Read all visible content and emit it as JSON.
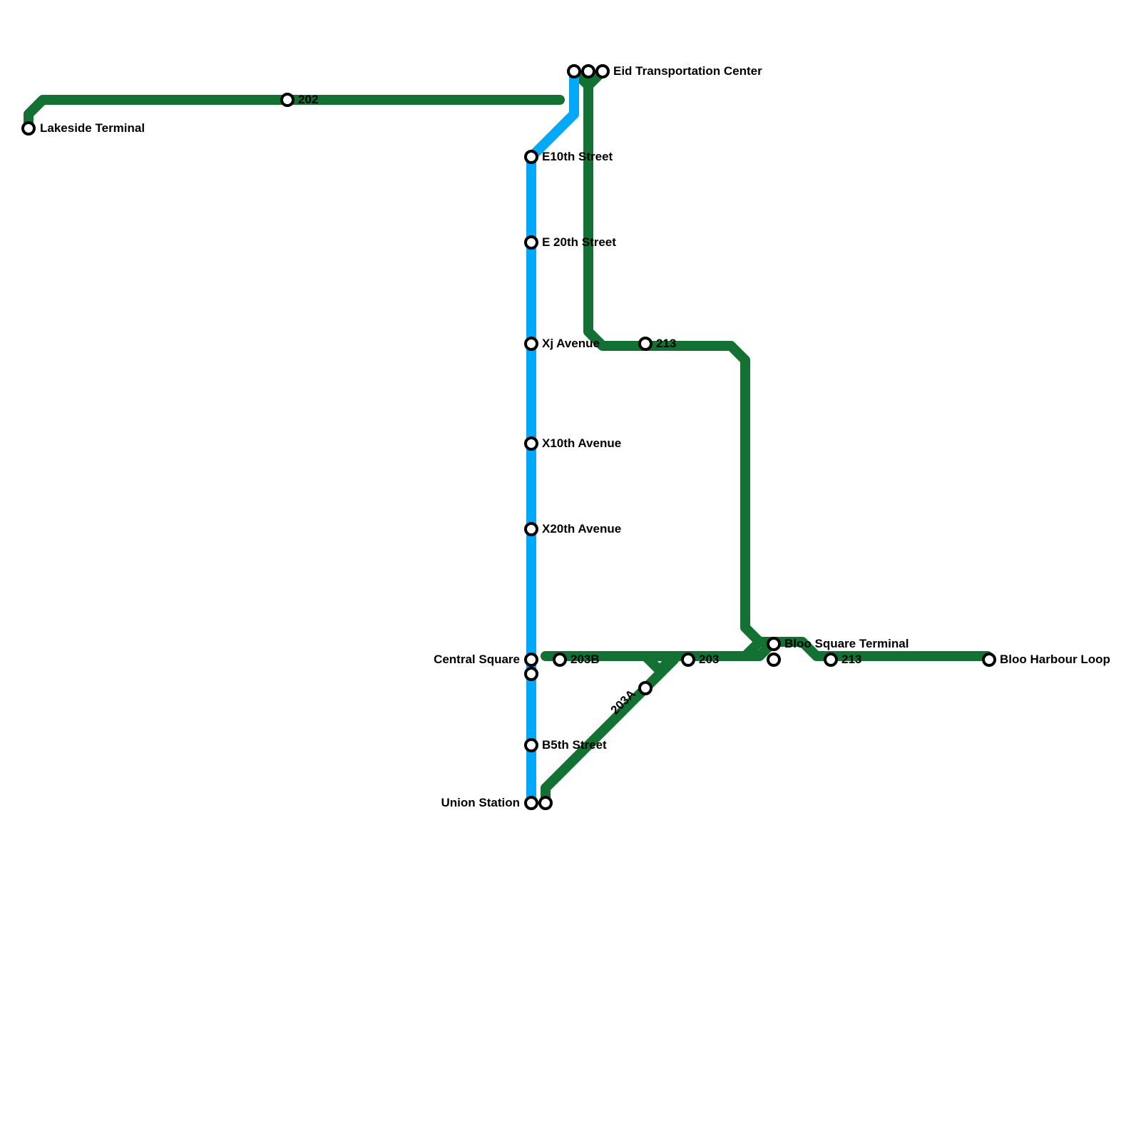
{
  "colors": {
    "green_line": "#137133",
    "blue_line": "#03a8f9",
    "station_fill": "#ffffff",
    "station_stroke": "#000000"
  },
  "stations": {
    "lakeside_terminal": "Lakeside Terminal",
    "s202": "202",
    "eid_transportation_center": "Eid Transportation Center",
    "e10th_street": "E10th Street",
    "e20th_street": "E 20th Street",
    "xj_avenue": "Xj Avenue",
    "s213_north": "213",
    "x10th_avenue": "X10th Avenue",
    "x20th_avenue": "X20th Avenue",
    "bloo_square_terminal": "Bloo Square Terminal",
    "central_square": "Central Square",
    "s203b": "203B",
    "s203": "203",
    "s213_east": "213",
    "bloo_harbour_loop": "Bloo Harbour Loop",
    "s203a": "203A",
    "b5th_street": "B5th Street",
    "union_station": "Union Station"
  }
}
